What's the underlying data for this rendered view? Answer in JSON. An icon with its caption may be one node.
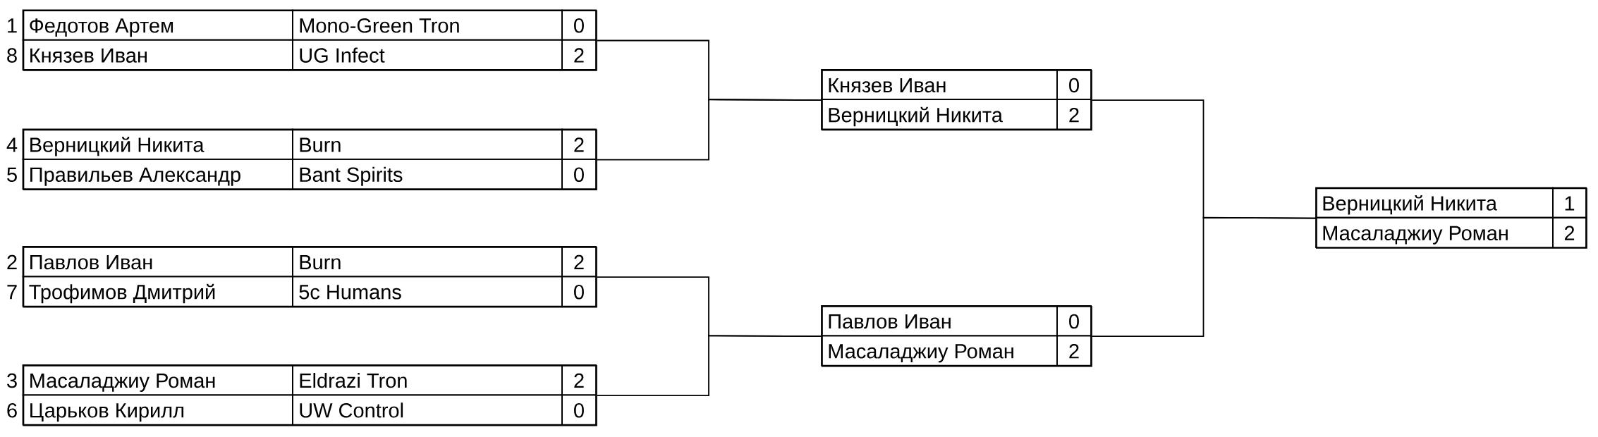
{
  "diagram": {
    "nodes": [
      {
        "text": [
          "Федотов Артем",
          "Mono-Green Tron",
          "0",
          "Князев Иван",
          "UG Infect",
          "2"
        ],
        "beside": [
          "1",
          "8"
        ]
      },
      {
        "text": [
          "Верницкий Никита",
          "Burn",
          "2",
          "Правильев Александр",
          "Bant Spirits",
          "0"
        ],
        "beside": [
          "4",
          "5"
        ]
      },
      {
        "text": [
          "Павлов Иван",
          "Burn",
          "2",
          "Трофимов Дмитрий",
          "5c Humans",
          "0"
        ],
        "beside": [
          "2",
          "7"
        ]
      },
      {
        "text": [
          "Масаладжиу Роман",
          "Eldrazi Tron",
          "2",
          "Царьков Кирилл",
          "UW Control",
          "0"
        ],
        "beside": [
          "3",
          "6"
        ]
      },
      {
        "text": [
          "Князев Иван",
          "0",
          "Верницкий Никита",
          "2"
        ]
      },
      {
        "text": [
          "Павлов Иван",
          "0",
          "Масаладжиу Роман",
          "2"
        ]
      },
      {
        "text": [
          "Верницкий Никита",
          "1",
          "Масаладжиу Роман",
          "2"
        ]
      }
    ],
    "edges": [
      {
        "from": 0,
        "to": 4,
        "arrow": "none"
      },
      {
        "from": 1,
        "to": 4,
        "arrow": "none"
      },
      {
        "from": 2,
        "to": 5,
        "arrow": "none"
      },
      {
        "from": 3,
        "to": 5,
        "arrow": "none"
      },
      {
        "from": 4,
        "to": 6,
        "arrow": "none"
      },
      {
        "from": 5,
        "to": 6,
        "arrow": "none"
      }
    ]
  }
}
